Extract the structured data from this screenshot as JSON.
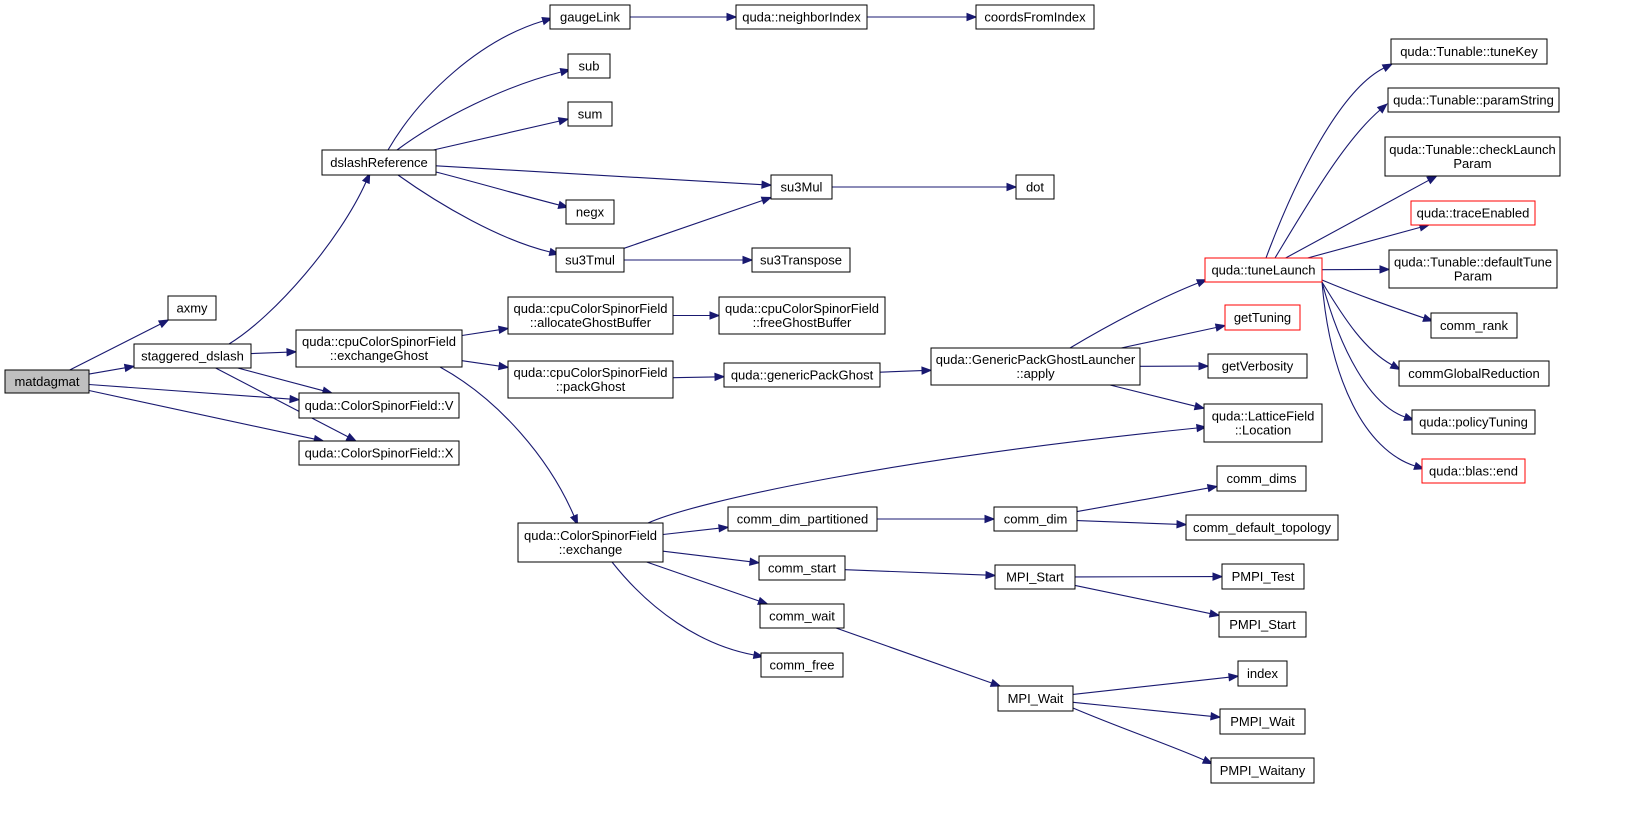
{
  "graph": {
    "nodes": [
      {
        "id": "matdagmat",
        "label": [
          "matdagmat"
        ],
        "root": true
      },
      {
        "id": "axmy",
        "label": [
          "axmy"
        ]
      },
      {
        "id": "staggered_dslash",
        "label": [
          "staggered_dslash"
        ]
      },
      {
        "id": "dslashReference",
        "label": [
          "dslashReference"
        ]
      },
      {
        "id": "gaugeLink",
        "label": [
          "gaugeLink"
        ]
      },
      {
        "id": "neighborIndex",
        "label": [
          "quda::neighborIndex"
        ]
      },
      {
        "id": "coordsFromIndex",
        "label": [
          "coordsFromIndex"
        ]
      },
      {
        "id": "sub",
        "label": [
          "sub"
        ]
      },
      {
        "id": "sum",
        "label": [
          "sum"
        ]
      },
      {
        "id": "su3Mul",
        "label": [
          "su3Mul"
        ]
      },
      {
        "id": "dot",
        "label": [
          "dot"
        ]
      },
      {
        "id": "negx",
        "label": [
          "negx"
        ]
      },
      {
        "id": "su3Tmul",
        "label": [
          "su3Tmul"
        ]
      },
      {
        "id": "su3Transpose",
        "label": [
          "su3Transpose"
        ]
      },
      {
        "id": "exchangeGhost",
        "label": [
          "quda::cpuColorSpinorField",
          "::exchangeGhost"
        ]
      },
      {
        "id": "allocateGhostBuffer",
        "label": [
          "quda::cpuColorSpinorField",
          "::allocateGhostBuffer"
        ]
      },
      {
        "id": "freeGhostBuffer",
        "label": [
          "quda::cpuColorSpinorField",
          "::freeGhostBuffer"
        ]
      },
      {
        "id": "packGhost",
        "label": [
          "quda::cpuColorSpinorField",
          "::packGhost"
        ]
      },
      {
        "id": "genericPackGhost",
        "label": [
          "quda::genericPackGhost"
        ]
      },
      {
        "id": "gpglApply",
        "label": [
          "quda::GenericPackGhostLauncher",
          "::apply"
        ]
      },
      {
        "id": "csfV",
        "label": [
          "quda::ColorSpinorField::V"
        ]
      },
      {
        "id": "csfX",
        "label": [
          "quda::ColorSpinorField::X"
        ]
      },
      {
        "id": "csfExchange",
        "label": [
          "quda::ColorSpinorField",
          "::exchange"
        ]
      },
      {
        "id": "tuneLaunch",
        "label": [
          "quda::tuneLaunch"
        ],
        "red": true
      },
      {
        "id": "getTuning",
        "label": [
          "getTuning"
        ],
        "red": true
      },
      {
        "id": "getVerbosity",
        "label": [
          "getVerbosity"
        ]
      },
      {
        "id": "latticeLocation",
        "label": [
          "quda::LatticeField",
          "::Location"
        ]
      },
      {
        "id": "tuneKey",
        "label": [
          "quda::Tunable::tuneKey"
        ]
      },
      {
        "id": "paramString",
        "label": [
          "quda::Tunable::paramString"
        ]
      },
      {
        "id": "checkLaunchParam",
        "label": [
          "quda::Tunable::checkLaunch",
          "Param"
        ]
      },
      {
        "id": "traceEnabled",
        "label": [
          "quda::traceEnabled"
        ],
        "red": true
      },
      {
        "id": "defaultTuneParam",
        "label": [
          "quda::Tunable::defaultTune",
          "Param"
        ]
      },
      {
        "id": "comm_rank",
        "label": [
          "comm_rank"
        ]
      },
      {
        "id": "commGlobalReduction",
        "label": [
          "commGlobalReduction"
        ]
      },
      {
        "id": "policyTuning",
        "label": [
          "quda::policyTuning"
        ]
      },
      {
        "id": "blasEnd",
        "label": [
          "quda::blas::end"
        ],
        "red": true
      },
      {
        "id": "comm_dim_partitioned",
        "label": [
          "comm_dim_partitioned"
        ]
      },
      {
        "id": "comm_dim",
        "label": [
          "comm_dim"
        ]
      },
      {
        "id": "comm_dims",
        "label": [
          "comm_dims"
        ]
      },
      {
        "id": "comm_default_topology",
        "label": [
          "comm_default_topology"
        ]
      },
      {
        "id": "comm_start",
        "label": [
          "comm_start"
        ]
      },
      {
        "id": "MPI_Start",
        "label": [
          "MPI_Start"
        ]
      },
      {
        "id": "PMPI_Test",
        "label": [
          "PMPI_Test"
        ]
      },
      {
        "id": "PMPI_Start",
        "label": [
          "PMPI_Start"
        ]
      },
      {
        "id": "comm_wait",
        "label": [
          "comm_wait"
        ]
      },
      {
        "id": "comm_free",
        "label": [
          "comm_free"
        ]
      },
      {
        "id": "MPI_Wait",
        "label": [
          "MPI_Wait"
        ]
      },
      {
        "id": "index",
        "label": [
          "index"
        ]
      },
      {
        "id": "PMPI_Wait",
        "label": [
          "PMPI_Wait"
        ]
      },
      {
        "id": "PMPI_Waitany",
        "label": [
          "PMPI_Waitany"
        ]
      }
    ],
    "edges": [
      [
        "matdagmat",
        "axmy"
      ],
      [
        "matdagmat",
        "staggered_dslash"
      ],
      [
        "matdagmat",
        "csfV"
      ],
      [
        "matdagmat",
        "csfX"
      ],
      [
        "staggered_dslash",
        "dslashReference"
      ],
      [
        "staggered_dslash",
        "exchangeGhost"
      ],
      [
        "staggered_dslash",
        "csfV"
      ],
      [
        "staggered_dslash",
        "csfX"
      ],
      [
        "dslashReference",
        "gaugeLink"
      ],
      [
        "dslashReference",
        "sub"
      ],
      [
        "dslashReference",
        "sum"
      ],
      [
        "dslashReference",
        "su3Mul"
      ],
      [
        "dslashReference",
        "negx"
      ],
      [
        "dslashReference",
        "su3Tmul"
      ],
      [
        "gaugeLink",
        "neighborIndex"
      ],
      [
        "neighborIndex",
        "coordsFromIndex"
      ],
      [
        "su3Mul",
        "dot"
      ],
      [
        "su3Tmul",
        "su3Mul"
      ],
      [
        "su3Tmul",
        "su3Transpose"
      ],
      [
        "exchangeGhost",
        "allocateGhostBuffer"
      ],
      [
        "exchangeGhost",
        "packGhost"
      ],
      [
        "exchangeGhost",
        "csfExchange"
      ],
      [
        "allocateGhostBuffer",
        "freeGhostBuffer"
      ],
      [
        "packGhost",
        "genericPackGhost"
      ],
      [
        "genericPackGhost",
        "gpglApply"
      ],
      [
        "gpglApply",
        "tuneLaunch"
      ],
      [
        "gpglApply",
        "getTuning"
      ],
      [
        "gpglApply",
        "getVerbosity"
      ],
      [
        "gpglApply",
        "latticeLocation"
      ],
      [
        "tuneLaunch",
        "tuneKey"
      ],
      [
        "tuneLaunch",
        "paramString"
      ],
      [
        "tuneLaunch",
        "checkLaunchParam"
      ],
      [
        "tuneLaunch",
        "traceEnabled"
      ],
      [
        "tuneLaunch",
        "defaultTuneParam"
      ],
      [
        "tuneLaunch",
        "comm_rank"
      ],
      [
        "tuneLaunch",
        "commGlobalReduction"
      ],
      [
        "tuneLaunch",
        "policyTuning"
      ],
      [
        "tuneLaunch",
        "blasEnd"
      ],
      [
        "csfExchange",
        "latticeLocation"
      ],
      [
        "csfExchange",
        "comm_dim_partitioned"
      ],
      [
        "csfExchange",
        "comm_start"
      ],
      [
        "csfExchange",
        "comm_wait"
      ],
      [
        "csfExchange",
        "comm_free"
      ],
      [
        "comm_dim_partitioned",
        "comm_dim"
      ],
      [
        "comm_dim",
        "comm_dims"
      ],
      [
        "comm_dim",
        "comm_default_topology"
      ],
      [
        "comm_start",
        "MPI_Start"
      ],
      [
        "MPI_Start",
        "PMPI_Test"
      ],
      [
        "MPI_Start",
        "PMPI_Start"
      ],
      [
        "comm_wait",
        "MPI_Wait"
      ],
      [
        "MPI_Wait",
        "index"
      ],
      [
        "MPI_Wait",
        "PMPI_Wait"
      ],
      [
        "MPI_Wait",
        "PMPI_Waitany"
      ]
    ]
  }
}
